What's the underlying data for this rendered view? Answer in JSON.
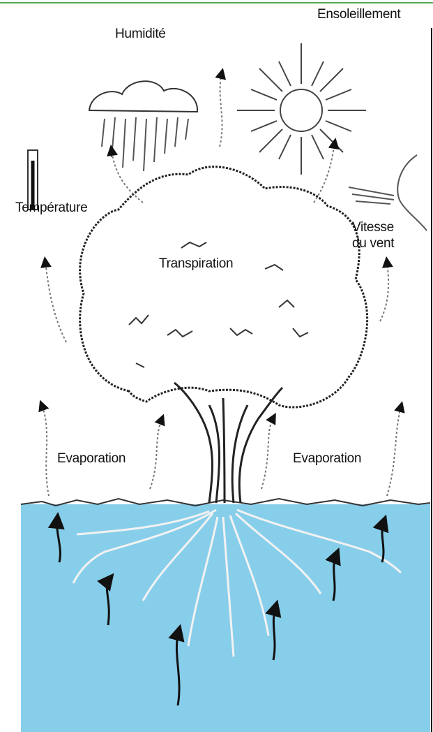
{
  "labels": {
    "sunshine": "Ensoleillement",
    "humidity": "Humidité",
    "temperature": "Température",
    "wind_speed_line1": "Vitesse",
    "wind_speed_line2": "du vent",
    "transpiration": "Transpiration",
    "evaporation_left": "Evaporation",
    "evaporation_right": "Evaporation"
  },
  "colors": {
    "soil": "#87ceeb",
    "frame_line": "#58a850",
    "ink": "#111111"
  }
}
